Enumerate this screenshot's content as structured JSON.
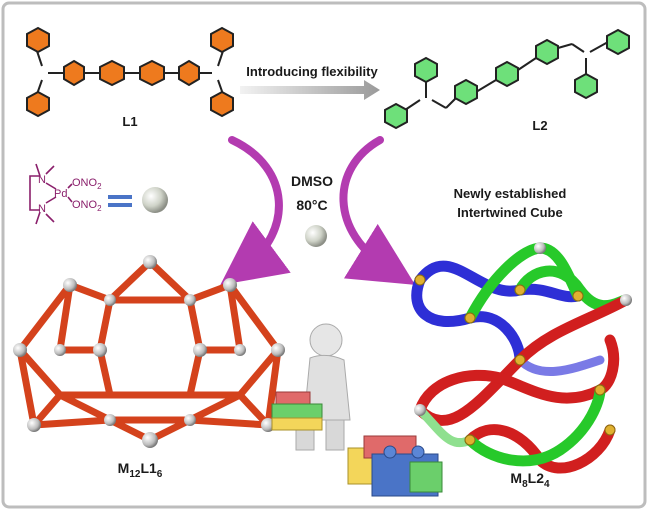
{
  "colors": {
    "frame": "#bdbdbd",
    "ring_orange": "#ee7a1e",
    "ring_green": "#6ee07a",
    "arrow_magenta": "#b33bb0",
    "pd_complex": "#8a1f6b",
    "equals_blue": "#4a74c7",
    "cage_rod": "#d4421c",
    "node_grey": "#c8c8c8"
  },
  "icons": [
    "pyridine-ring-icon",
    "benzene-ring-icon",
    "palladium-sphere-icon",
    "curved-arrow-icon",
    "lego-figure-icon"
  ],
  "top": {
    "ligand1_label": "L1",
    "ligand2_label": "L2",
    "arrow_label": "Introducing flexibility"
  },
  "pd": {
    "n_top": "N",
    "n_bottom": "N",
    "metal": "Pd",
    "ono2_top": "ONO",
    "ono2_bottom": "ONO",
    "sub": "2",
    "equals": "="
  },
  "conditions": {
    "solvent": "DMSO",
    "temperature": "80°C"
  },
  "right": {
    "caption_line1": "Newly established",
    "caption_line2": "Intertwined Cube"
  },
  "products": {
    "left": {
      "m": "M",
      "m_sub": "12",
      "l": "L1",
      "l_sub": "6"
    },
    "right": {
      "m": "M",
      "m_sub": "8",
      "l": "L2",
      "l_sub": "4"
    }
  }
}
